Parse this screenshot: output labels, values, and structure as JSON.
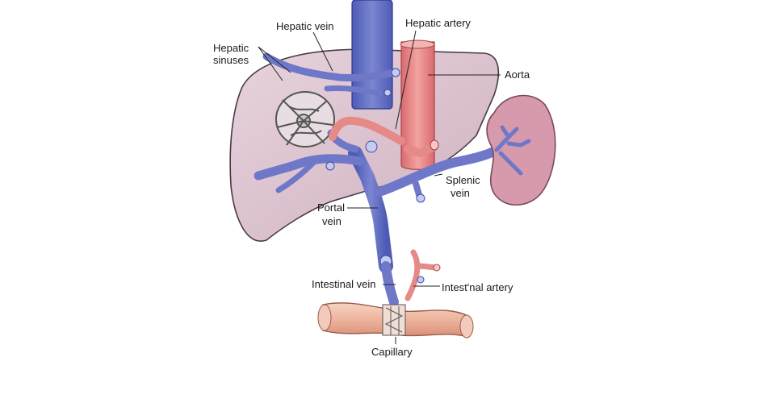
{
  "labels": {
    "hepatic_vein": "Hepatic vein",
    "hepatic_artery": "Hepatic artery",
    "hepatic_sinuses_line1": "Hepatic",
    "hepatic_sinuses_line2": "sinuses",
    "aorta": "Aorta",
    "splenic_vein_line1": "Splenic",
    "splenic_vein_line2": "vein",
    "portal_vein_line1": "Portal",
    "portal_vein_line2": "vein",
    "intestinal_vein": "Intestinal vein",
    "intestinal_artery": "Intest'nal artery",
    "capillary": "Capillary"
  },
  "colors": {
    "liver_fill": "#dcc3cf",
    "liver_stroke": "#4a3a44",
    "vein": "#6f78c8",
    "vein_dark": "#3d4aa6",
    "artery": "#e58a86",
    "artery_dark": "#c24e54",
    "spleen_fill": "#d69aac",
    "intestine_fill": "#f1c2ae"
  }
}
